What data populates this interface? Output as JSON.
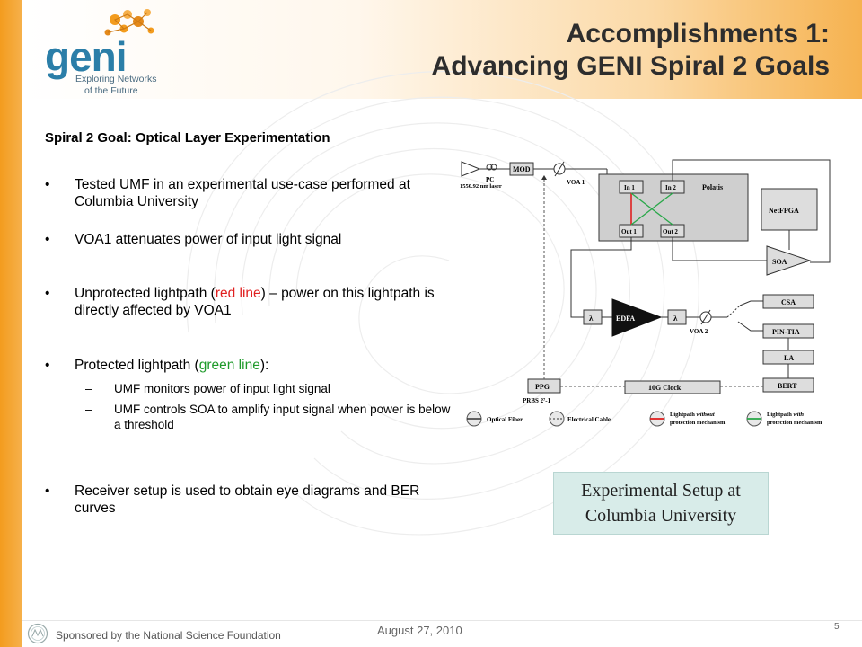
{
  "logo": {
    "word": "geni",
    "tagline_line1": "Exploring Networks",
    "tagline_line2": "of the Future"
  },
  "title": {
    "line1": "Accomplishments 1:",
    "line2": "Advancing GENI Spiral 2 Goals"
  },
  "subtitle": "Spiral 2 Goal: Optical Layer Experimentation",
  "bullets": [
    {
      "text": "Tested UMF in an experimental use-case performed at Columbia University"
    },
    {
      "text": "VOA1 attenuates power of input light signal"
    },
    {
      "before": "Unprotected lightpath (",
      "colored": "red line",
      "after": ") – power on this lightpath is directly affected by VOA1",
      "color": "#e01f1f"
    },
    {
      "before": "Protected lightpath (",
      "colored": "green line",
      "after": "):",
      "color": "#1e9a2a",
      "sub": [
        "UMF monitors power of input light signal",
        "UMF controls SOA to amplify input signal when power is below a threshold"
      ]
    },
    {
      "text": "Receiver setup is used to obtain eye diagrams and BER curves"
    }
  ],
  "diagram": {
    "laser": "1550.92 nm laser",
    "pc": "PC",
    "mod": "MOD",
    "voa1": "VOA 1",
    "in1": "In 1",
    "in2": "In 2",
    "out1": "Out 1",
    "out2": "Out 2",
    "polatis": "Polatis",
    "netfpga": "NetFPGA",
    "soa": "SOA",
    "lambda": "λ",
    "edfa": "EDFA",
    "voa2": "VOA 2",
    "csa": "CSA",
    "pintia": "PIN-TIA",
    "la": "LA",
    "bert": "BERT",
    "ppg": "PPG",
    "prbs": "PRBS 2⁷-1",
    "clock": "10G Clock",
    "legend_optical": "Optical Fiber",
    "legend_electrical": "Electrical Cable",
    "legend_without_a": "Lightpath ",
    "legend_without_b": "without",
    "legend_without_c": "protection mechanism",
    "legend_with_a": "Lightpath ",
    "legend_with_b": "with",
    "legend_with_c": "protection mechanism",
    "colors": {
      "red": "#e02020",
      "green": "#2aa84a"
    }
  },
  "caption": {
    "line1": "Experimental Setup at",
    "line2": "Columbia University"
  },
  "footer": {
    "sponsor": "Sponsored by the National Science Foundation",
    "date": "August 27, 2010",
    "page": "5"
  }
}
